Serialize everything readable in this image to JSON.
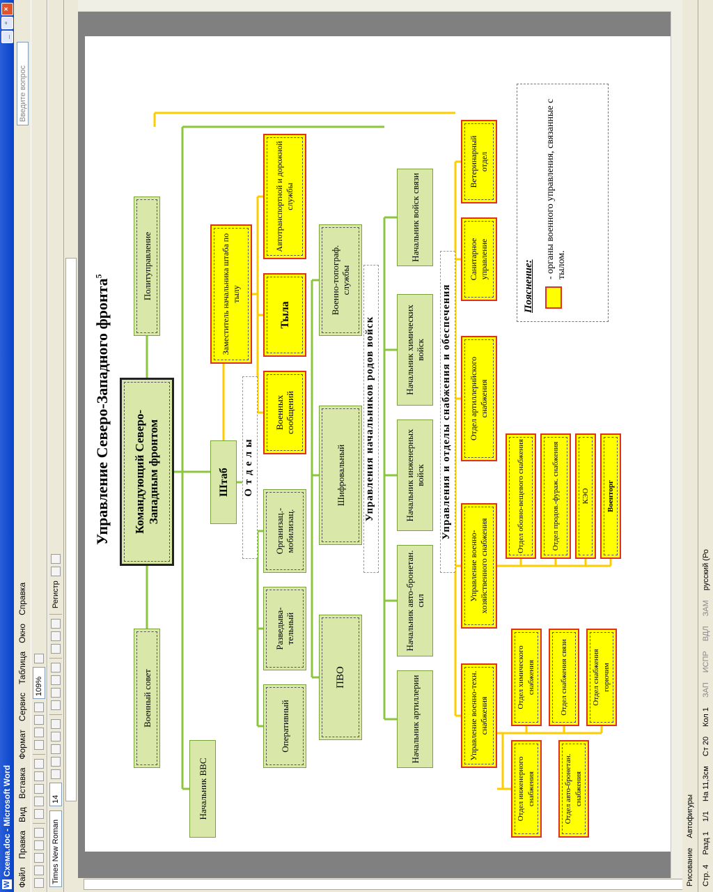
{
  "window": {
    "title": "Схема.doc - Microsoft Word"
  },
  "menu": {
    "items": [
      "Файл",
      "Правка",
      "Вид",
      "Вставка",
      "Формат",
      "Сервис",
      "Таблица",
      "Окно",
      "Справка"
    ],
    "ask_placeholder": "Введите вопрос"
  },
  "toolbar": {
    "font": "Times New Roman",
    "size": "14",
    "zoom": "109%",
    "style_label": "Регистр"
  },
  "status": {
    "page": "Стр. 4",
    "section": "Разд 1",
    "pages": "1/1",
    "at": "На 11,3см",
    "line": "Ст 20",
    "col": "Кол 1",
    "modes": [
      "ЗАП",
      "ИСПР",
      "ВДЛ",
      "ЗАМ"
    ],
    "lang": "русский (Ро"
  },
  "drawing": {
    "draw_label": "Рисование",
    "autoshapes_label": "Автофигуры"
  },
  "diagram": {
    "title": "Управление Северо-Западного фронта",
    "title_sup": "5",
    "commander": "Командующий Северо-Западным фронтом",
    "military_council": "Военный совет",
    "political": "Политуправление",
    "air_chief": "Начальник ВВС",
    "staff": "Штаб",
    "deputy": "Заместитель начальника штаба по тылу",
    "departments_band": "О т д е л ы",
    "departments": [
      "Оперативный",
      "Разведыва-тельный",
      "Организац.-мобилизац.",
      "Шифровальный",
      "ПВО",
      "Военно-топограф. службы"
    ],
    "rear_departments": [
      "Военных сообщений",
      "Тыла",
      "Автотранспортной и дорожной службы"
    ],
    "branch_band": "Управления начальников родов войск",
    "branches": [
      "Начальник артиллерии",
      "Начальник авто-бронетан. сил",
      "Начальник инженерных войск",
      "Начальник химических войск",
      "Начальник войск связи"
    ],
    "supply_band": "Управления и отделы снабжения и обеспечения",
    "supply_top": [
      "Управление военно-техн. снабжения",
      "Управление военно-хозяйственного снабжения",
      "Отдел артиллерийского снабжения",
      "Санитарное управление",
      "Ветеринарный отдел"
    ],
    "tech_sub": [
      "Отдел химического снабжения",
      "Отдел снабжения связи",
      "Отдел снабжения горючим"
    ],
    "tech_sub_low": [
      "Отдел инженерного снабжения",
      "Отдел авто-бронетан. снабжения"
    ],
    "household_sub": [
      "Отдел обозно-вещевого снабжения",
      "Отдел продов.-фураж. снабжения",
      "КЭО",
      "Военторг"
    ],
    "legend_title": "Пояснение:",
    "legend_text": "- органы военного управления, связанные с тылом."
  },
  "colors": {
    "green_line": "#8cc63f",
    "yellow_line": "#ffcc00",
    "green_fill": "#d9e8a8",
    "yellow_fill": "#ffff00"
  }
}
